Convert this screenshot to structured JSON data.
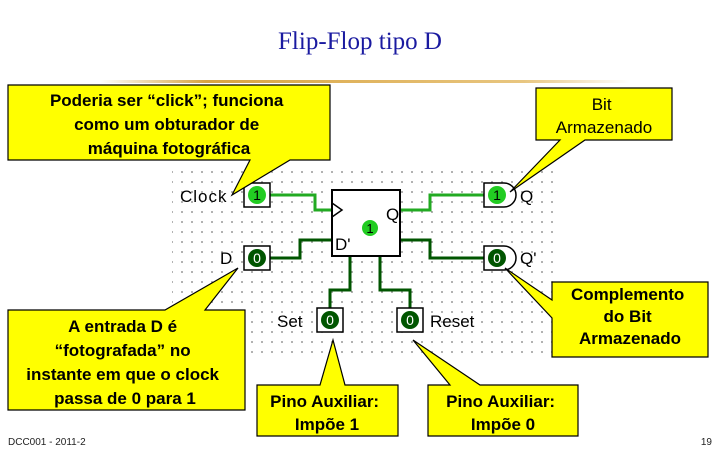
{
  "title": "Flip-Flop tipo D",
  "footer": {
    "left": "DCC001 - 2011-2",
    "page": "19"
  },
  "colors": {
    "callout_fill": "#ffff00",
    "wire_active": "#22aa22",
    "wire_inactive": "#005500",
    "pin_green": "#22cc22"
  },
  "callouts": {
    "click": [
      "Poderia ser “click”; funciona",
      "como um obturador de",
      "máquina fotográfica"
    ],
    "bit": [
      "Bit",
      "Armazenado"
    ],
    "complement": [
      "Complemento",
      "do Bit",
      "Armazenado"
    ],
    "entrada": [
      "A entrada D é",
      "“fotografada” no",
      "instante em que o clock",
      "passa de 0 para 1"
    ],
    "aux1": [
      "Pino Auxiliar:",
      "Impõe 1"
    ],
    "aux0": [
      "Pino Auxiliar:",
      "Impõe 0"
    ]
  },
  "circuit": {
    "clock_label": "Clock",
    "clock_value": "1",
    "d_label": "D",
    "d_value": "0",
    "q_label": "Q",
    "q_value": "1",
    "qbar_label": "Q'",
    "qbar_value": "0",
    "set_label": "Set",
    "set_value": "0",
    "reset_label": "Reset",
    "reset_value": "0",
    "chip_q": "Q",
    "chip_d": "D'",
    "chip_state": "1"
  }
}
